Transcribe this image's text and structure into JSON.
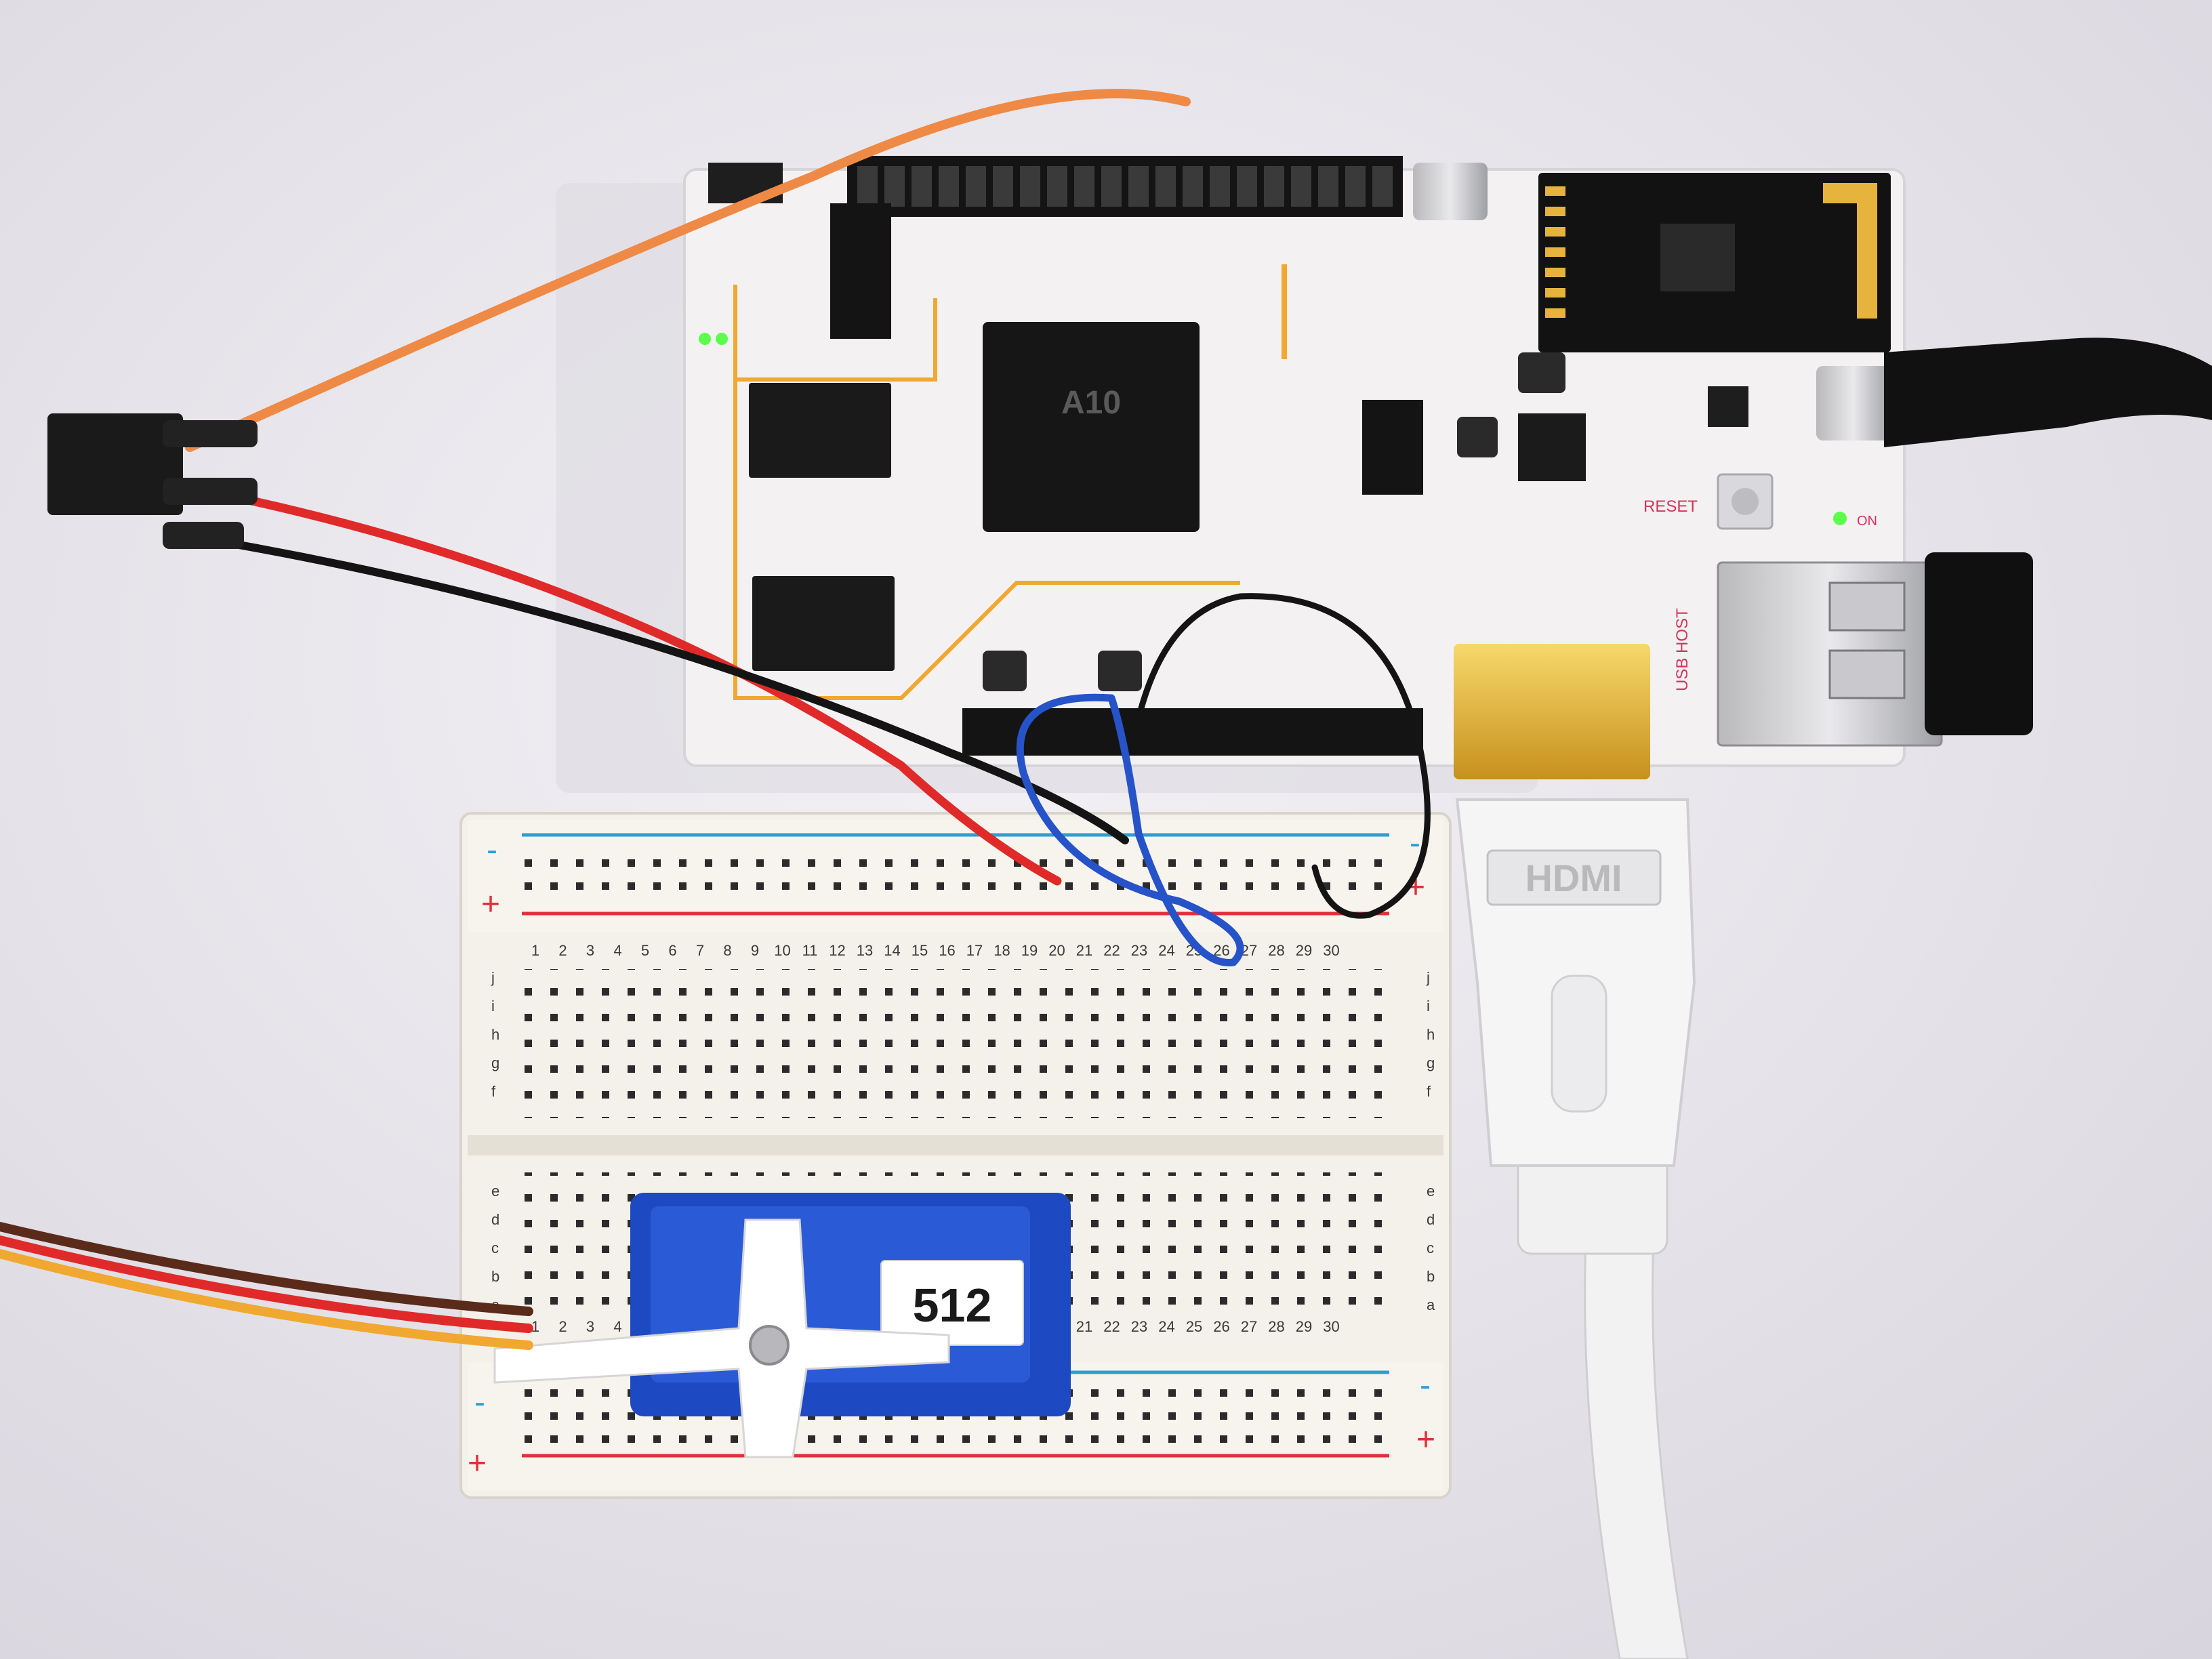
{
  "board": {
    "chip_label": "A10",
    "reset_label": "RESET",
    "usb_label": "USB HOST",
    "on_label": "ON"
  },
  "breadboard": {
    "rail_minus": "-",
    "rail_plus": "+",
    "rows_top": [
      "j",
      "i",
      "h",
      "g",
      "f"
    ],
    "rows_bottom": [
      "e",
      "d",
      "c",
      "b",
      "a"
    ],
    "cols": [
      "1",
      "2",
      "3",
      "4",
      "5",
      "6",
      "7",
      "8",
      "9",
      "10",
      "11",
      "12",
      "13",
      "14",
      "15",
      "16",
      "17",
      "18",
      "19",
      "20",
      "21",
      "22",
      "23",
      "24",
      "25",
      "26",
      "27",
      "28",
      "29",
      "30"
    ]
  },
  "hdmi": {
    "logo": "HDMI"
  },
  "servo": {
    "sticker": "512"
  },
  "colors": {
    "desk": "#e9e6ec",
    "pcb": "#f3f1f2",
    "silkscreen": "#d3355a",
    "trace": "#f0a830",
    "wire_orange": "#ee8a45",
    "wire_red": "#e02a2a",
    "wire_black": "#141414",
    "wire_blue": "#2753c9",
    "servo_blue": "#1d49c2",
    "led_green": "#5cff4a",
    "gold": "#e9b83a",
    "rail_blue": "#2b9ed4",
    "rail_red": "#e0303a"
  }
}
